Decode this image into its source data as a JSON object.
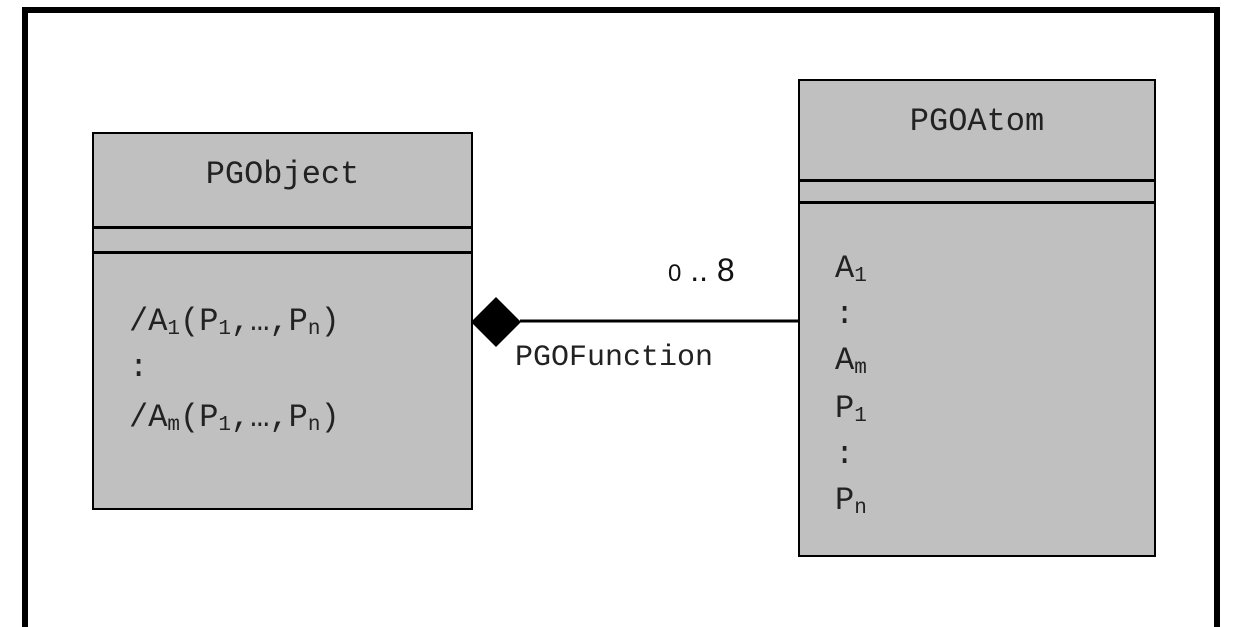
{
  "classes": {
    "pgobject": {
      "name": "PGObject",
      "attributes": [
        {
          "pre": "/A",
          "sub": "1",
          "rest": "(P",
          "sub2": "1",
          "rest2": ",…,P",
          "sub3": "n",
          "end": ")"
        },
        {
          "text": ":"
        },
        {
          "pre": "/A",
          "sub": "m",
          "rest": "(P",
          "sub2": "1",
          "rest2": ",…,P",
          "sub3": "n",
          "end": ")"
        }
      ]
    },
    "pgoatom": {
      "name": "PGOAtom",
      "attributes": [
        {
          "pre": "A",
          "sub": "1"
        },
        {
          "text": ":"
        },
        {
          "pre": "A",
          "sub": "m"
        },
        {
          "pre": "P",
          "sub": "1"
        },
        {
          "text": ":"
        },
        {
          "pre": "P",
          "sub": "n"
        }
      ]
    }
  },
  "association": {
    "name": "PGOFunction",
    "multiplicity_zero": "0",
    "multiplicity_dots": "..",
    "multiplicity_max": "8",
    "aggregation": "composition"
  },
  "colors": {
    "class_fill": "#c0c0c0",
    "line": "#000000"
  }
}
